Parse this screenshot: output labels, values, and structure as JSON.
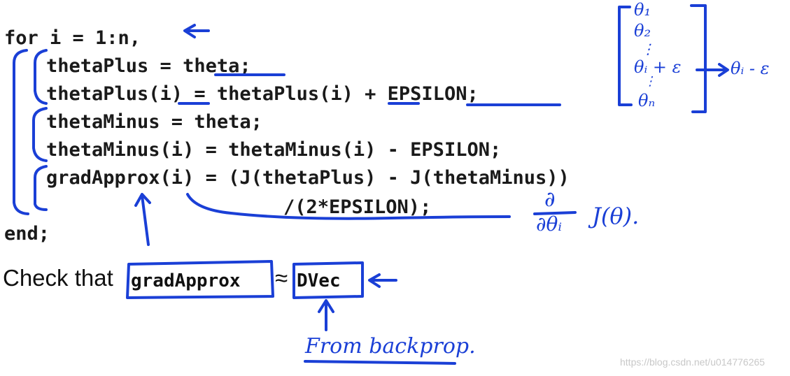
{
  "code": {
    "line1": "for i = 1:n,",
    "line2": "thetaPlus = theta;",
    "line3": "thetaPlus(i) = thetaPlus(i) + EPSILON;",
    "line4": "thetaMinus = theta;",
    "line5": "thetaMinus(i) = thetaMinus(i) - EPSILON;",
    "line6": "gradApprox(i) = (J(thetaPlus) - J(thetaMinus))",
    "line7": "/(2*EPSILON);",
    "line8": "end;"
  },
  "check": {
    "prefix": "Check that",
    "lhs": "gradApprox",
    "approx": "≈",
    "rhs": "DVec"
  },
  "annotations": {
    "theta_vector": [
      "θ₁",
      "θ₂",
      "⋮",
      "θᵢ + ε",
      "⋮",
      "θₙ"
    ],
    "theta_minus": "θᵢ - ε",
    "partial_num": "∂",
    "partial_den": "∂θᵢ",
    "partial_fn": "J(θ).",
    "from_backprop": "From backprop."
  },
  "watermark": "https://blog.csdn.net/u014776265",
  "colors": {
    "ink": "#1a3fd6",
    "text": "#1a1a1a",
    "watermark": "#c8c8c8"
  }
}
